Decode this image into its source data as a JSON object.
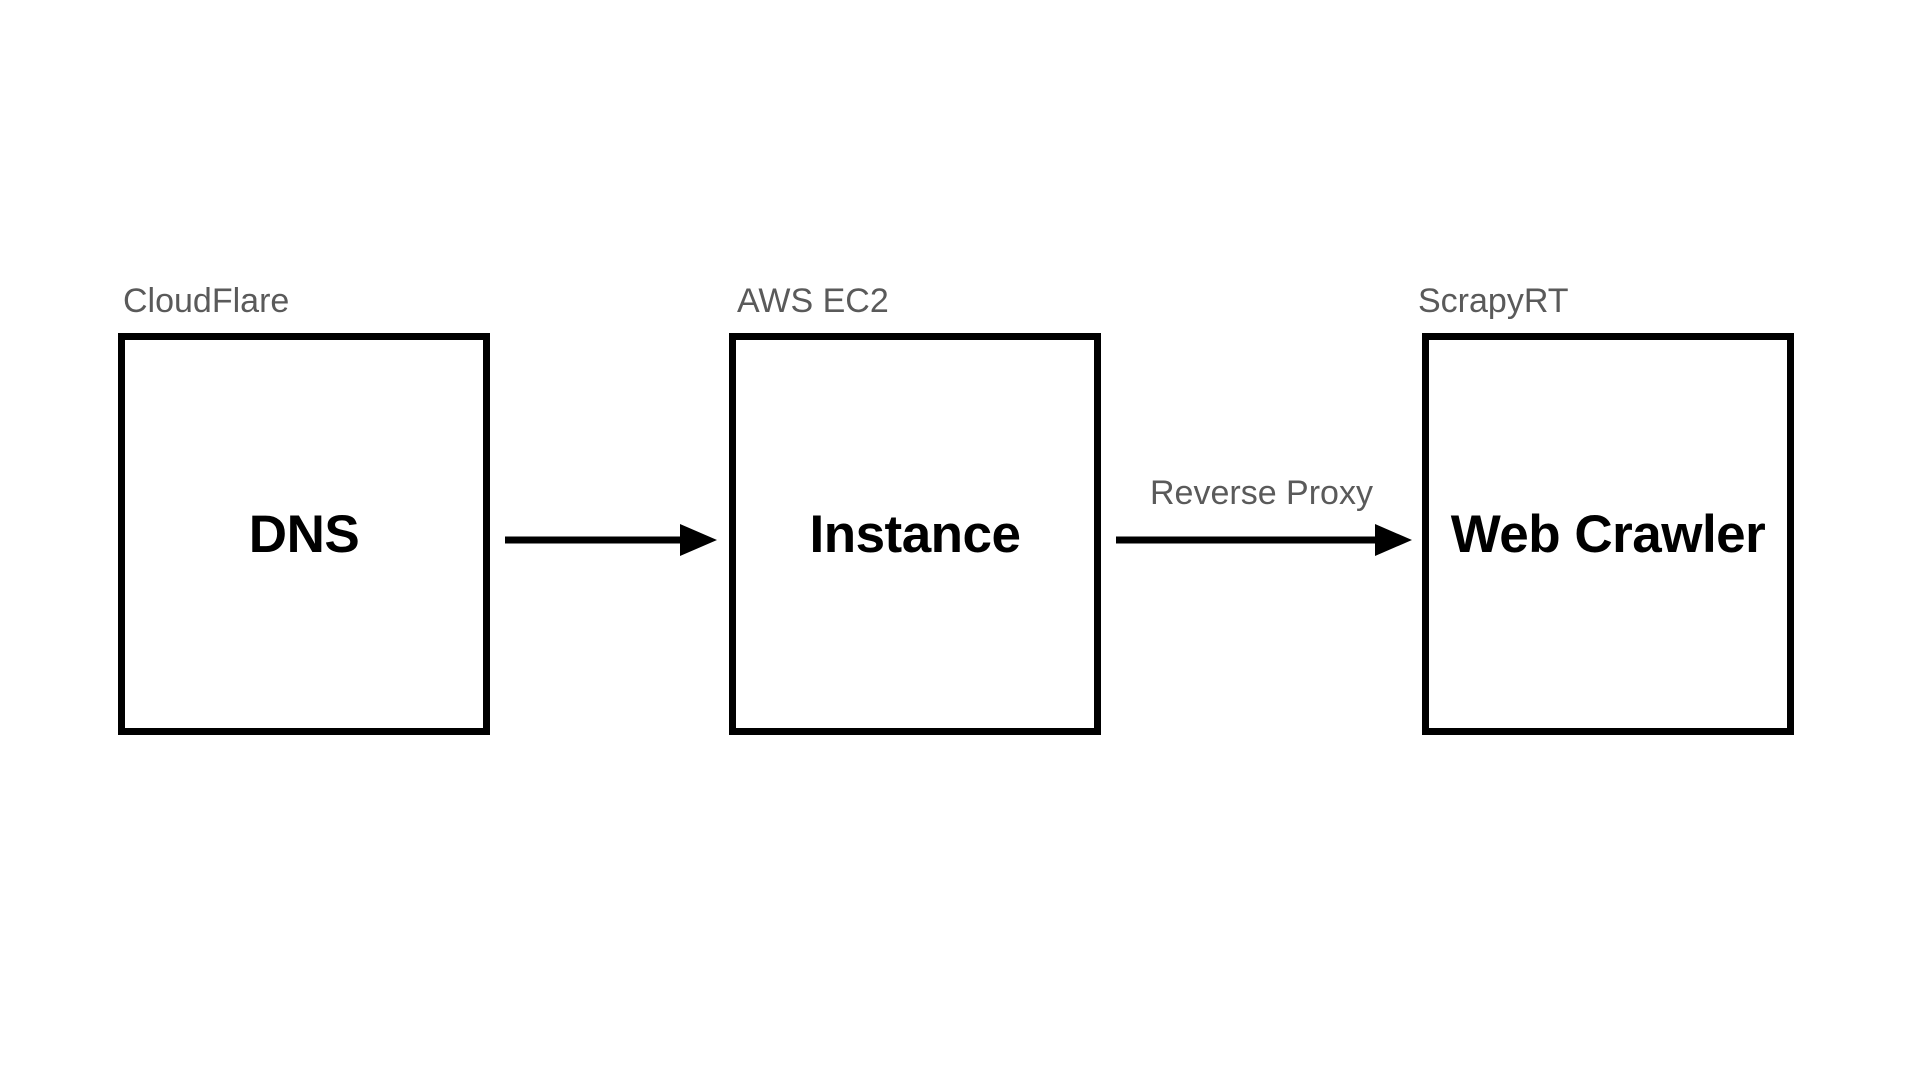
{
  "diagram": {
    "nodes": [
      {
        "id": "dns",
        "group": "CloudFlare",
        "label": "DNS"
      },
      {
        "id": "instance",
        "group": "AWS EC2",
        "label": "Instance"
      },
      {
        "id": "crawler",
        "group": "ScrapyRT",
        "label": "Web Crawler"
      }
    ],
    "edges": [
      {
        "from": "dns",
        "to": "instance",
        "label": ""
      },
      {
        "from": "instance",
        "to": "crawler",
        "label": "Reverse Proxy"
      }
    ]
  },
  "colors": {
    "box_border": "#000000",
    "arrow": "#000000",
    "caption_text": "#5a5a5a",
    "node_text": "#000000",
    "background": "#ffffff"
  }
}
